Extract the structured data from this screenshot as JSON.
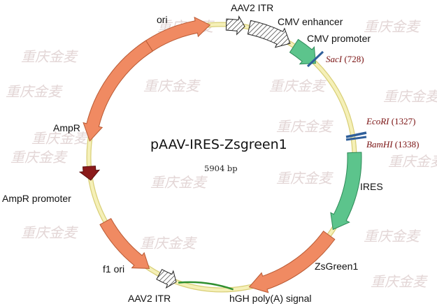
{
  "watermark": "重庆金麦",
  "plasmid": {
    "name": "pAAV-IRES-Zsgreen1",
    "size_label": "5904 bp"
  },
  "features": {
    "ori": "ori",
    "itr_top": "AAV2 ITR",
    "cmv_enhancer": "CMV enhancer",
    "cmv_promoter": "CMV promoter",
    "ires": "IRES",
    "zsgreen": "ZsGreen1",
    "hgh": "hGH poly(A) signal",
    "itr_bottom": "AAV2 ITR",
    "f1": "f1 ori",
    "ampr_promoter": "AmpR promoter",
    "ampr": "AmpR"
  },
  "sites": {
    "sac1": {
      "name": "SacI",
      "pos": "(728)"
    },
    "ecori": {
      "name": "EcoRI",
      "pos": "(1327)"
    },
    "bamhi": {
      "name": "BamHI",
      "pos": "(1338)"
    }
  },
  "colors": {
    "backbone": "#f5f0b8",
    "backbone_edge": "#d9cf78",
    "orange": "#f08a62",
    "orange_edge": "#b95a34",
    "green": "#5cc48c",
    "green_edge": "#2e8a58",
    "darkred": "#8b1a1a",
    "polya": "#2f8f2f",
    "site_tick": "#2f5f9a",
    "site_text": "#7a1212"
  }
}
